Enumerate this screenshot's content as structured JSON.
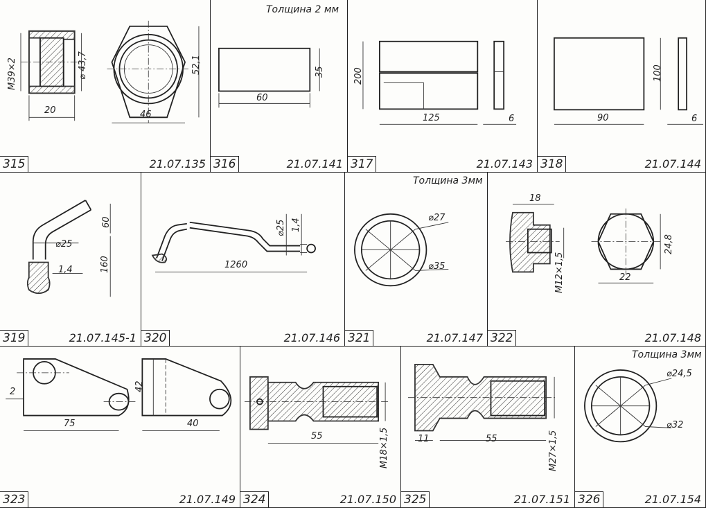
{
  "parts": [
    {
      "id": "p315",
      "num": "315",
      "code": "21.07.135",
      "note": "",
      "dims": [
        "M39×2",
        "⌀ 43,7",
        "20",
        "46",
        "52,1"
      ]
    },
    {
      "id": "p316",
      "num": "316",
      "code": "21.07.141",
      "note": "Толщина 2 мм",
      "dims": [
        "60",
        "35"
      ]
    },
    {
      "id": "p317",
      "num": "317",
      "code": "21.07.143",
      "note": "",
      "dims": [
        "200",
        "125",
        "6"
      ]
    },
    {
      "id": "p318",
      "num": "318",
      "code": "21.07.144",
      "note": "",
      "dims": [
        "100",
        "90",
        "6"
      ]
    },
    {
      "id": "p319",
      "num": "319",
      "code": "21.07.145-1",
      "note": "",
      "dims": [
        "60",
        "⌀25",
        "160",
        "1,4"
      ]
    },
    {
      "id": "p320",
      "num": "320",
      "code": "21.07.146",
      "note": "",
      "dims": [
        "⌀25",
        "1,4",
        "1260"
      ]
    },
    {
      "id": "p321",
      "num": "321",
      "code": "21.07.147",
      "note": "Толщина 3мм",
      "dims": [
        "⌀27",
        "⌀35"
      ]
    },
    {
      "id": "p322",
      "num": "322",
      "code": "21.07.148",
      "note": "",
      "dims": [
        "18",
        "M12×1,5",
        "24,8",
        "22"
      ]
    },
    {
      "id": "p323",
      "num": "323",
      "code": "21.07.149",
      "note": "",
      "dims": [
        "2",
        "75",
        "42",
        "40"
      ]
    },
    {
      "id": "p324",
      "num": "324",
      "code": "21.07.150",
      "note": "",
      "dims": [
        "55",
        "M18×1,5"
      ]
    },
    {
      "id": "p325",
      "num": "325",
      "code": "21.07.151",
      "note": "",
      "dims": [
        "11",
        "55",
        "M27×1,5"
      ]
    },
    {
      "id": "p326",
      "num": "326",
      "code": "21.07.154",
      "note": "Толщина 3мм",
      "dims": [
        "⌀24,5",
        "⌀32"
      ]
    }
  ]
}
